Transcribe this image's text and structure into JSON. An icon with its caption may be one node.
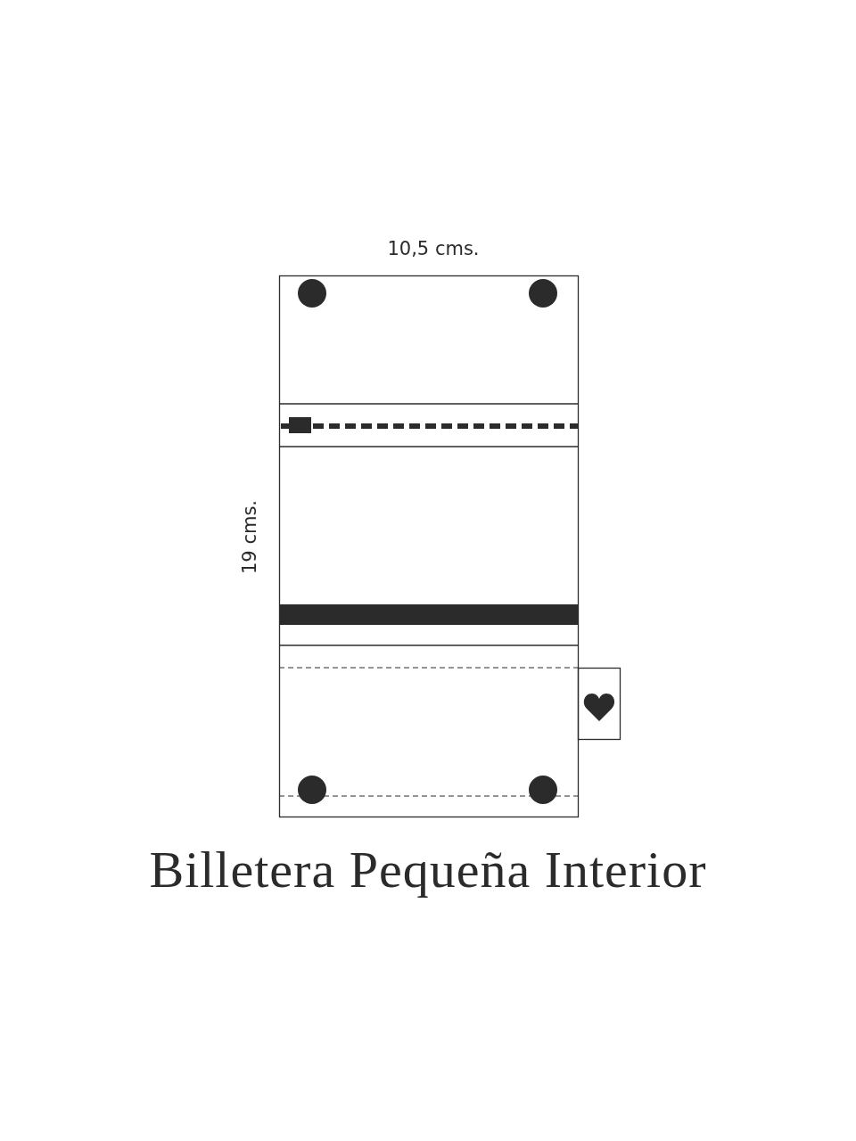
{
  "diagram": {
    "title": "Billetera Pequeña Interior",
    "labels": [
      "10,5 cms.",
      "19 cms."
    ]
  }
}
